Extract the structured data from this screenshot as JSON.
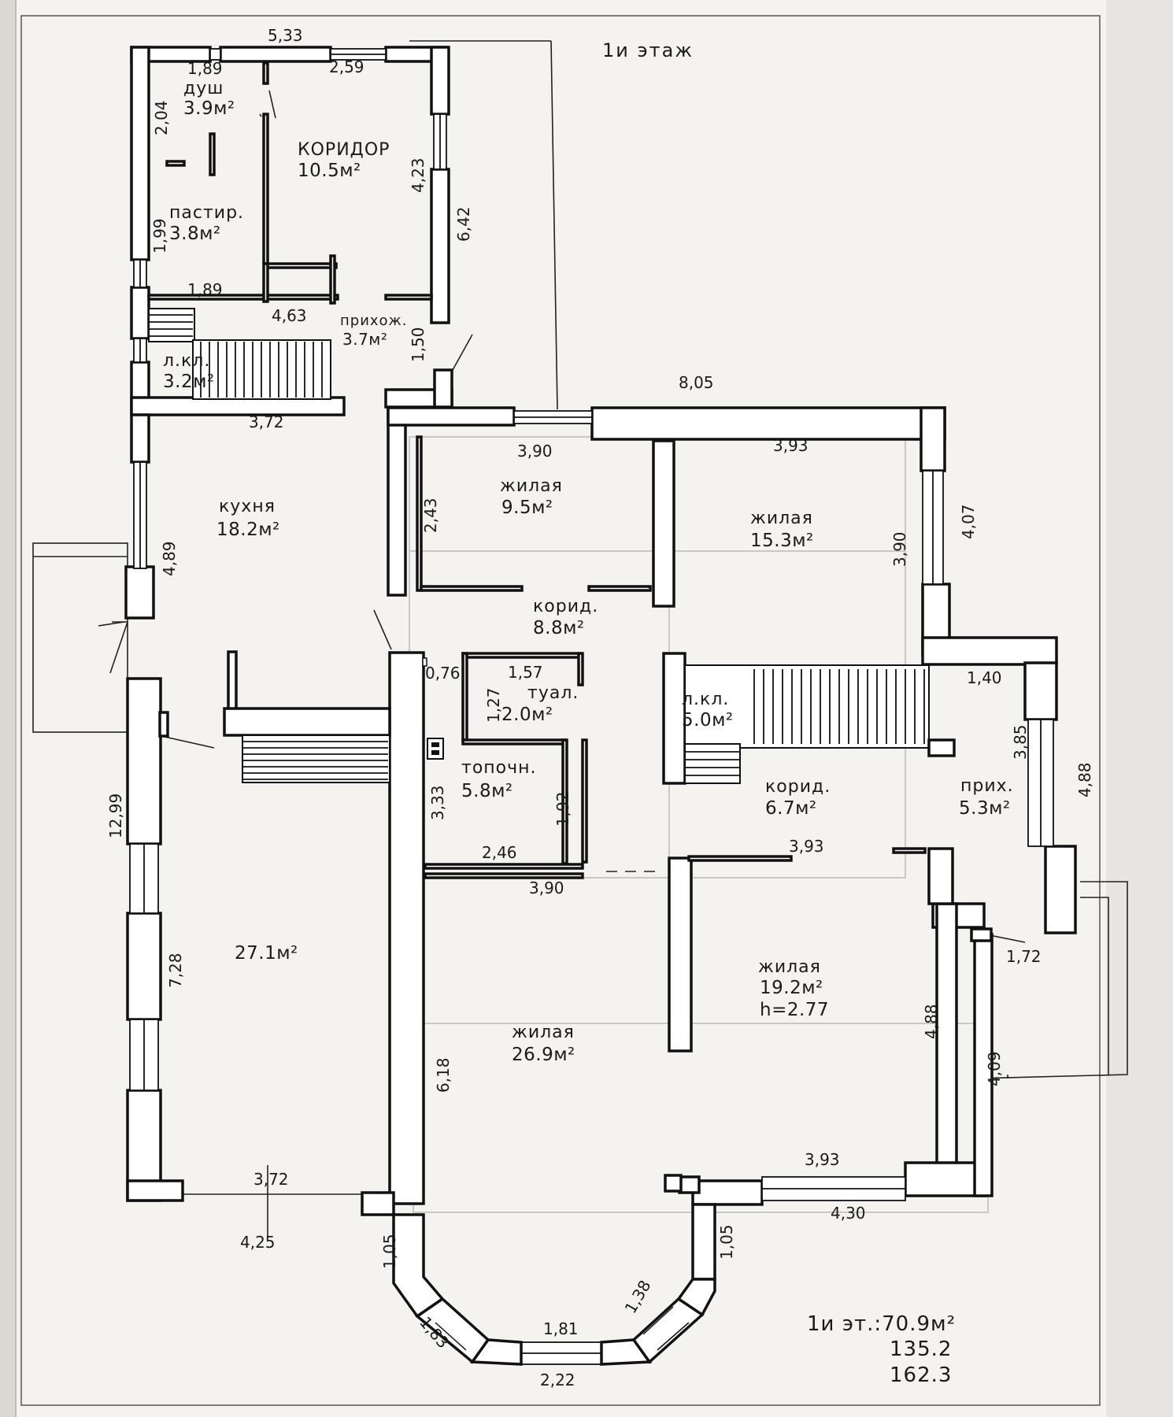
{
  "title": "1и этаж",
  "totals": {
    "line1": "1и эт.:70.9м²",
    "line2": "135.2",
    "line3": "162.3"
  },
  "rooms": {
    "dush": {
      "name": "душ",
      "area": "3.9м²"
    },
    "koridor": {
      "name": "КОРИДОР",
      "area": "10.5м²"
    },
    "pastir": {
      "name": "пастир.",
      "area": "3.8м²"
    },
    "prihozh": {
      "name": "прихож.",
      "area": "3.7м²"
    },
    "lkl_top": {
      "name": "л.кл.",
      "area": "3.2м²"
    },
    "kuhnya": {
      "name": "кухня",
      "area": "18.2м²"
    },
    "zhilaya1": {
      "name": "жилая",
      "area": "9.5м²"
    },
    "zhilaya2": {
      "name": "жилая",
      "area": "15.3м²"
    },
    "korid1": {
      "name": "корид.",
      "area": "8.8м²"
    },
    "tual": {
      "name": "туал.",
      "area": "2.0м²"
    },
    "lkl_mid": {
      "name": "л.кл.",
      "area": "5.0м²"
    },
    "topochn": {
      "name": "топочн.",
      "area": "5.8м²"
    },
    "korid2": {
      "name": "корид.",
      "area": "6.7м²"
    },
    "prih": {
      "name": "прих.",
      "area": "5.3м²"
    },
    "big_left": {
      "area": "27.1м²"
    },
    "zhilaya3": {
      "name": "жилая",
      "area": "19.2м²",
      "height": "h=2.77"
    },
    "zhilaya4": {
      "name": "жилая",
      "area": "26.9м²"
    }
  },
  "dims": {
    "d1": "5,33",
    "d2": "1,89",
    "d3": "2,59",
    "d4": "2,04",
    "d5": "4,23",
    "d6": "6,42",
    "d7": "1,99",
    "d8": "1,89",
    "d9": "4,63",
    "d10": "1,50",
    "d11": "8,05",
    "d12": "3,72",
    "d13": "3,90",
    "d14": "3,93",
    "d15": "2,43",
    "d16": "4,07",
    "d17": "3,90",
    "d18": "4,89",
    "d19": "0,76",
    "d20": "1,57",
    "d21": "1,27",
    "d22": "1,40",
    "d23": "3,85",
    "d24": "4,88",
    "d25": "12,99",
    "d26": "3,33",
    "d27": "1,92",
    "d28": "2,46",
    "d29": "3,93",
    "d30": "3,90",
    "d31": "1,72",
    "d32": "7,28",
    "d33": "4,88",
    "d34": "4,09",
    "d35": "6,18",
    "d36": "3,72",
    "d37": "3,93",
    "d38": "4,25",
    "d39": "4,30",
    "d40": "1,05",
    "d41": "1,05",
    "d42": "1,38",
    "d43": "1,81",
    "d44": "1,83",
    "d45": "2,22"
  }
}
